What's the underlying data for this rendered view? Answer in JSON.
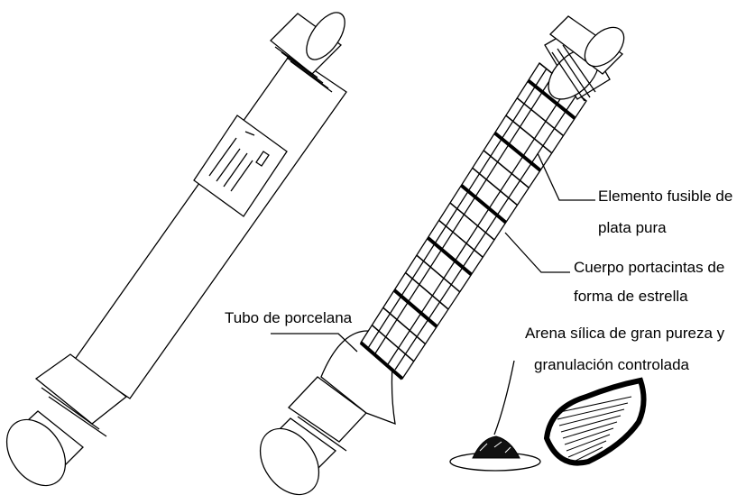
{
  "labels": {
    "silver_element_line1": "Elemento fusible de",
    "silver_element_line2": "plata pura",
    "star_carrier_line1": "Cuerpo portacintas de",
    "star_carrier_line2": "forma de estrella",
    "porcelain_tube": "Tubo de porcelana",
    "silica_sand_line1": "Arena sílica de gran pureza y",
    "silica_sand_line2": "granulación controlada"
  },
  "colors": {
    "line": "#000000",
    "background": "#ffffff"
  }
}
